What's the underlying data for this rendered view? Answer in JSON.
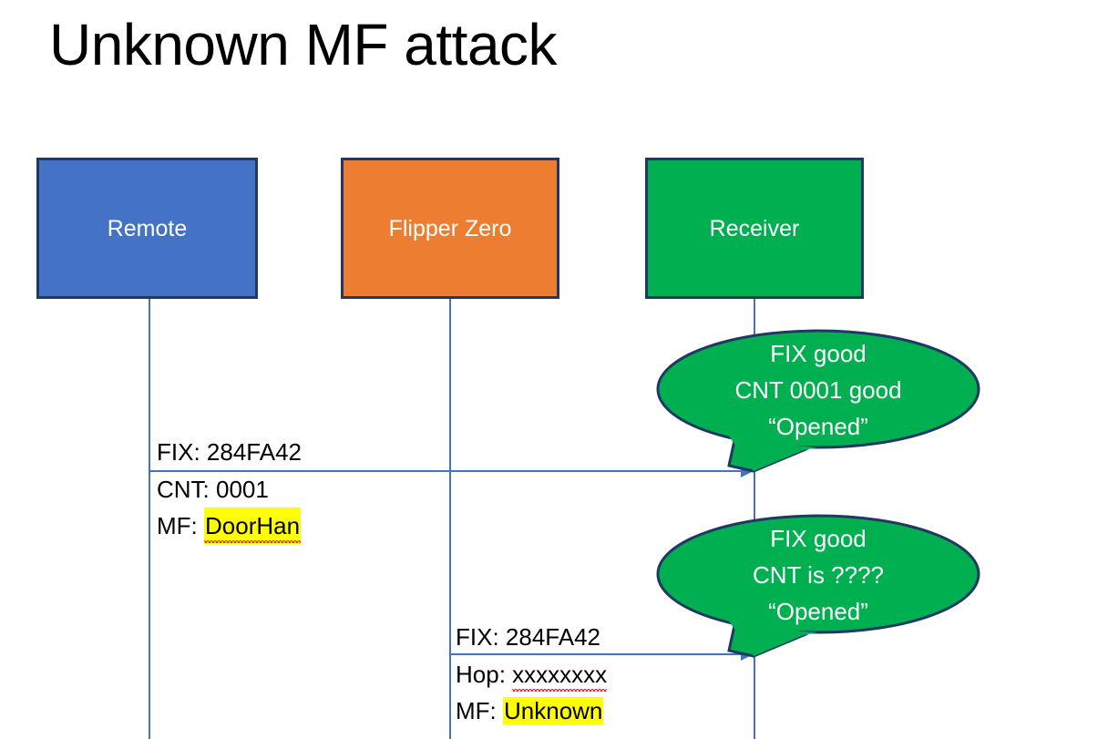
{
  "slide": {
    "title": "Unknown MF attack",
    "background": "#ffffff"
  },
  "colors": {
    "remote_box": "#4472c4",
    "flipper_box": "#ed7d31",
    "receiver_box": "#00b050",
    "box_border": "#1f3864",
    "lifeline": "#4472c4",
    "arrow": "#4472c4",
    "bubble_fill": "#00b050",
    "bubble_border": "#1f3864",
    "highlight": "#ffff00",
    "spellcheck_underline": "#e03030",
    "text": "#000000",
    "box_text": "#ffffff"
  },
  "actors": [
    {
      "id": "remote",
      "label": "Remote"
    },
    {
      "id": "flipper",
      "label": "Flipper Zero"
    },
    {
      "id": "receiver",
      "label": "Receiver"
    }
  ],
  "messages": [
    {
      "id": "remote-to-receiver",
      "from": "Remote",
      "to": "Receiver",
      "lines": [
        {
          "label": "FIX: ",
          "value": "284FA42",
          "highlight": false,
          "misspelled": false
        },
        {
          "label": "CNT: ",
          "value": "0001",
          "highlight": false,
          "misspelled": false
        },
        {
          "label": "MF: ",
          "value": "DoorHan",
          "highlight": true,
          "misspelled": true
        }
      ]
    },
    {
      "id": "flipper-to-receiver",
      "from": "Flipper Zero",
      "to": "Receiver",
      "lines": [
        {
          "label": "FIX: ",
          "value": "284FA42",
          "highlight": false,
          "misspelled": false
        },
        {
          "label": "Hop: ",
          "value": "xxxxxxxx",
          "highlight": false,
          "misspelled": true
        },
        {
          "label": "MF: ",
          "value": "Unknown",
          "highlight": true,
          "misspelled": false
        }
      ]
    }
  ],
  "bubbles": [
    {
      "id": "receiver-response-1",
      "owner": "Receiver",
      "lines": [
        "FIX good",
        "CNT 0001 good",
        "“Opened”"
      ]
    },
    {
      "id": "receiver-response-2",
      "owner": "Receiver",
      "lines": [
        "FIX good",
        "CNT is ????",
        "“Opened”"
      ]
    }
  ]
}
